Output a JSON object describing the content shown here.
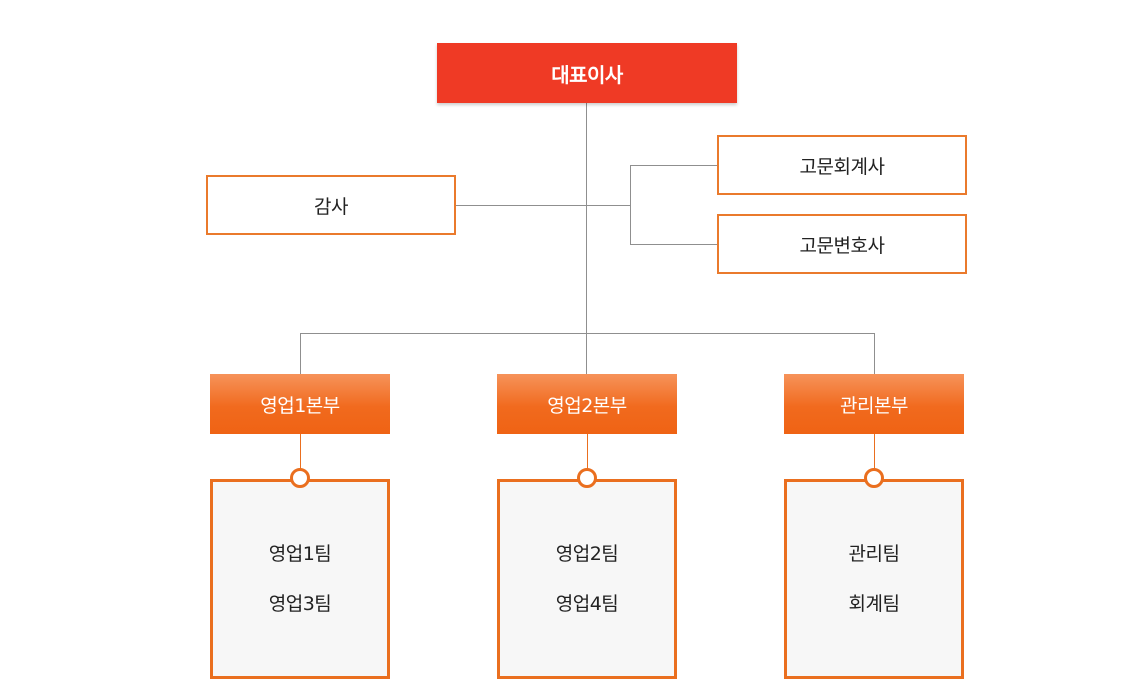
{
  "ceo": "대표이사",
  "auditor": "감사",
  "advisors": [
    "고문회계사",
    "고문변호사"
  ],
  "divisions": [
    {
      "name": "영업1본부",
      "teams": [
        "영업1팀",
        "영업3팀"
      ]
    },
    {
      "name": "영업2본부",
      "teams": [
        "영업2팀",
        "영업4팀"
      ]
    },
    {
      "name": "관리본부",
      "teams": [
        "관리팀",
        "회계팀"
      ]
    }
  ],
  "colors": {
    "ceo_fill": "#ef3a25",
    "accent_orange": "#ea6f1f",
    "division_gradient_top": "#f6935a",
    "division_gradient_bottom": "#ef6314",
    "connector": "#8f8f8f"
  }
}
